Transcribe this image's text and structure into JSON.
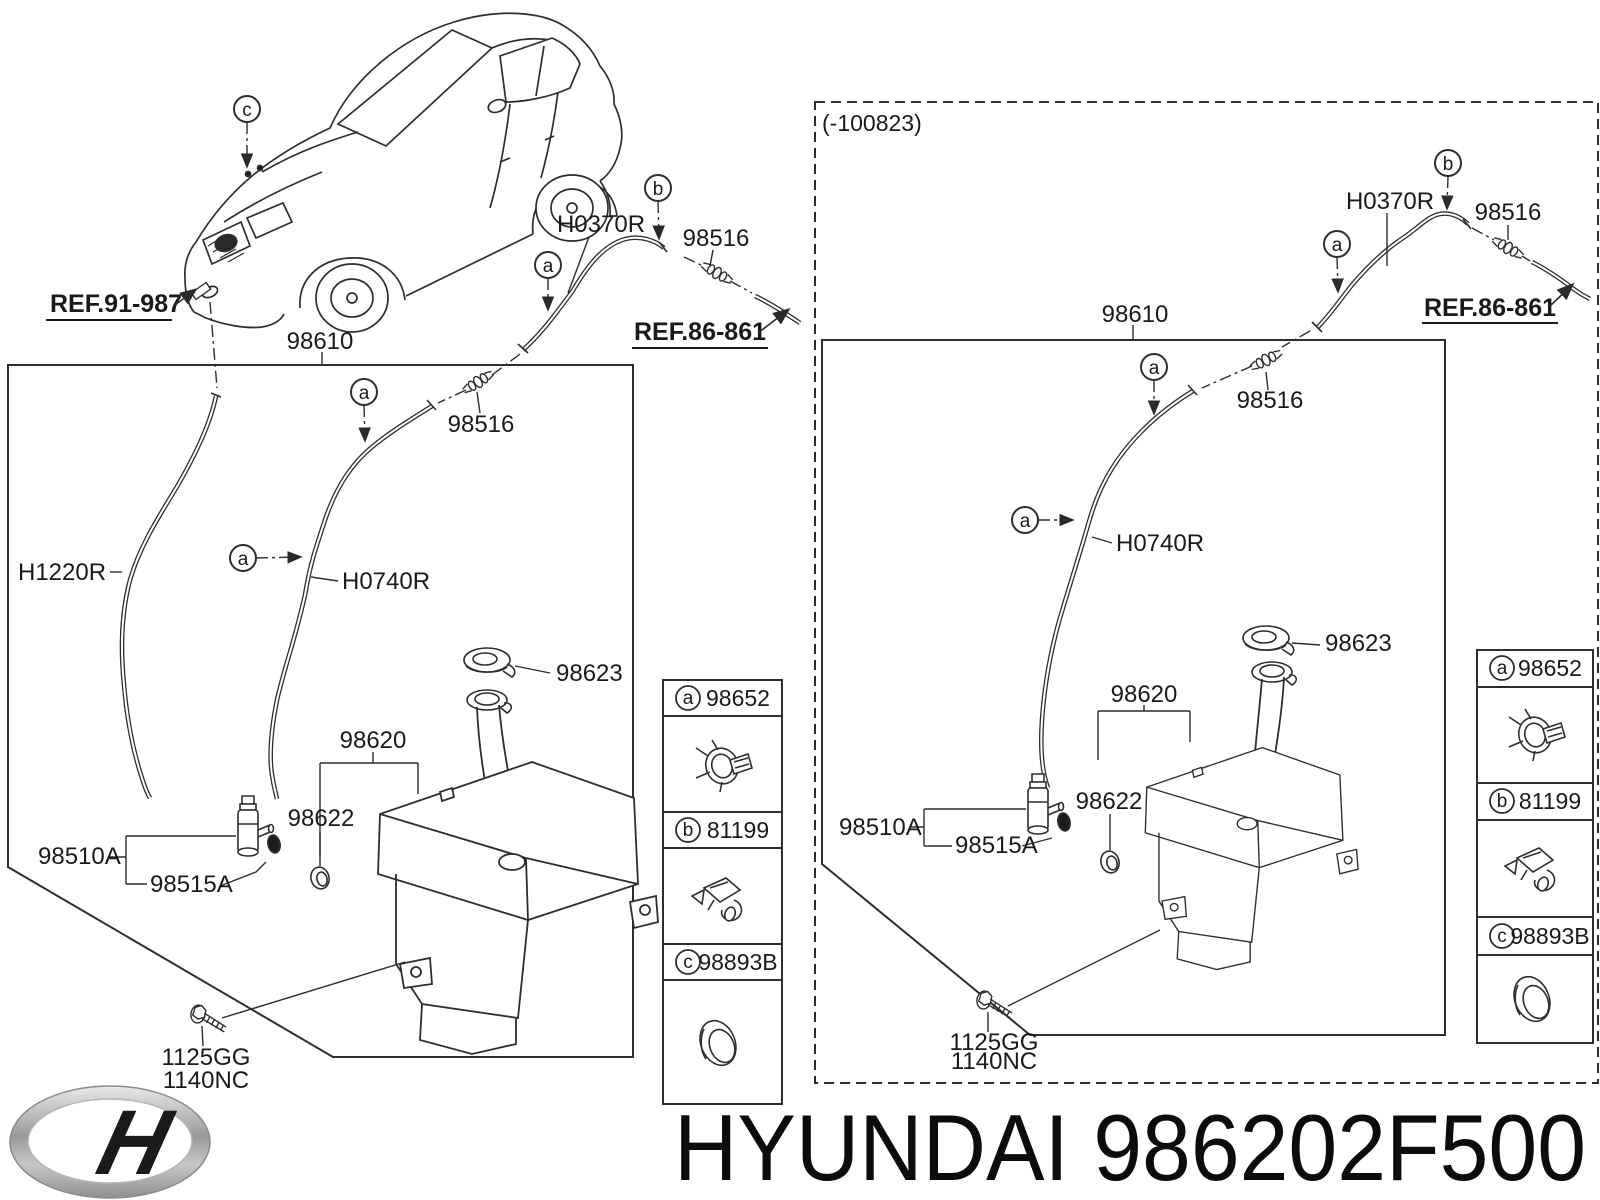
{
  "footer": {
    "text": "HYUNDAI 986202F500",
    "logo_letter": "H"
  },
  "callout_letters": {
    "a": "a",
    "b": "b",
    "c": "c"
  },
  "legend_rows": [
    {
      "callout": "a",
      "part": "98652"
    },
    {
      "callout": "b",
      "part": "81199"
    },
    {
      "callout": "c",
      "part": "98893B"
    }
  ],
  "left_panel": {
    "ref_cowl": "REF.91-987",
    "ref_rear": "REF.86-861",
    "hose_assy": "98610",
    "hose_front": "H0370R",
    "connector_outer": "98516",
    "connector_inner": "98516",
    "hose_driver": "H1220R",
    "hose_main": "H0740R",
    "cap": "98623",
    "reservoir": "98620",
    "grommet": "98622",
    "pump": "98510A",
    "pump_seal": "98515A",
    "bolt_a": "1125GG",
    "bolt_b": "1140NC"
  },
  "right_panel": {
    "variant_note": "(-100823)",
    "ref_rear": "REF.86-861",
    "hose_assy": "98610",
    "hose_front": "H0370R",
    "connector_outer": "98516",
    "connector_inner": "98516",
    "hose_main": "H0740R",
    "cap": "98623",
    "reservoir": "98620",
    "grommet": "98622",
    "pump": "98510A",
    "pump_seal": "98515A",
    "bolt_a": "1125GG",
    "bolt_b": "1140NC"
  }
}
